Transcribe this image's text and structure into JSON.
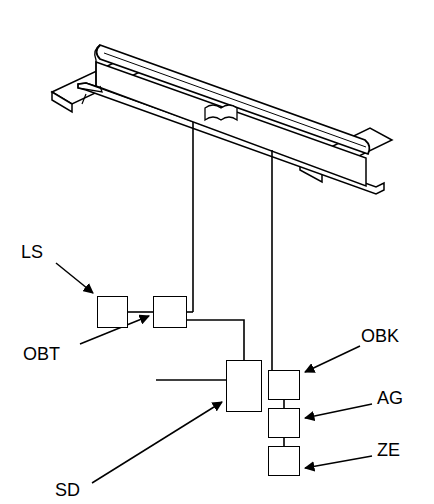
{
  "diagram": {
    "nodes": [
      {
        "text": [
          "LS"
        ]
      },
      {
        "text": [
          "OBT"
        ]
      },
      {
        "text": [
          "SD"
        ]
      },
      {
        "text": [
          "OBK"
        ]
      },
      {
        "text": [
          "AG"
        ]
      },
      {
        "text": [
          "ZE"
        ]
      }
    ],
    "edges": [
      {
        "from": 0,
        "to": 1,
        "arrow": "none"
      },
      {
        "from": 1,
        "to": 2,
        "arrow": "none"
      },
      {
        "from": 3,
        "to": 4,
        "arrow": "none"
      },
      {
        "from": 4,
        "to": 5,
        "arrow": "none"
      }
    ]
  }
}
